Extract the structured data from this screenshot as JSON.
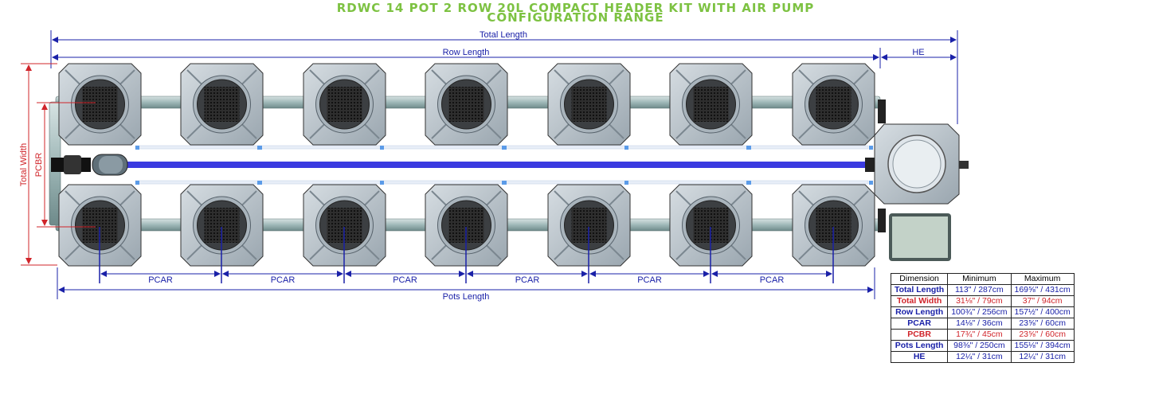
{
  "title": {
    "line1": "RDWC 14 POT 2 ROW 20L COMPACT HEADER KIT WITH AIR PUMP",
    "line2": "CONFIGURATION RANGE"
  },
  "labels": {
    "total_length": "Total Length",
    "row_length": "Row Length",
    "he": "HE",
    "total_width": "Total Width",
    "pcbr": "PCBR",
    "pcar": "PCAR",
    "pots_length": "Pots Length"
  },
  "colors": {
    "title_green": "#7dc242",
    "dim_blue": "#1a21a8",
    "dim_red": "#d0242a",
    "pot_grey": "#b9c3cb",
    "pipe_teal": "#9fb8b8",
    "air_line": "#3b3be0"
  },
  "table": {
    "headers": [
      "Dimension",
      "Minimum",
      "Maximum"
    ],
    "rows": [
      {
        "label": "Total Length",
        "min": "113\" / 287cm",
        "max": "169⅝\" / 431cm",
        "color": "blue"
      },
      {
        "label": "Total Width",
        "min": "31⅛\" / 79cm",
        "max": "37\" / 94cm",
        "color": "red"
      },
      {
        "label": "Row Length",
        "min": "100¾\" / 256cm",
        "max": "157½\" / 400cm",
        "color": "blue"
      },
      {
        "label": "PCAR",
        "min": "14⅛\" / 36cm",
        "max": "23⅝\" / 60cm",
        "color": "blue"
      },
      {
        "label": "PCBR",
        "min": "17¾\" / 45cm",
        "max": "23⅝\" / 60cm",
        "color": "red"
      },
      {
        "label": "Pots Length",
        "min": "98⅜\" / 250cm",
        "max": "155⅛\" / 394cm",
        "color": "blue"
      },
      {
        "label": "HE",
        "min": "12¼\" / 31cm",
        "max": "12¼\" / 31cm",
        "color": "blue"
      }
    ]
  }
}
